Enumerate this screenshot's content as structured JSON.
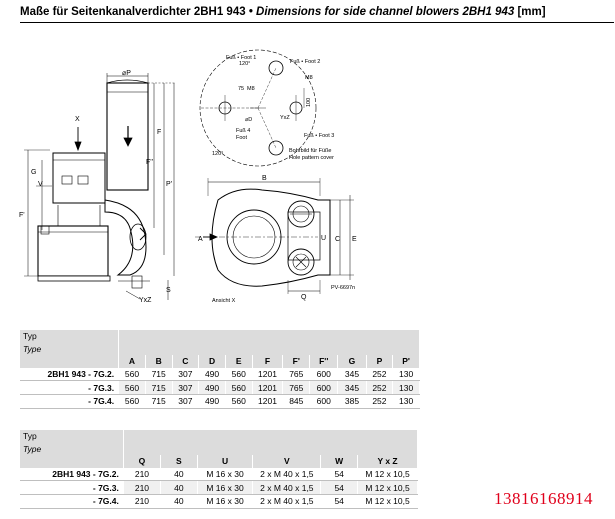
{
  "title": {
    "de": "Maße für Seitenkanalverdichter 2BH1 943",
    "sep": " • ",
    "en": "Dimensions for side channel blowers 2BH1 943",
    "unit": " [mm]"
  },
  "drawing": {
    "labels": {
      "p_diam": "⌀P",
      "x": "X",
      "g": "G",
      "v": "V",
      "f": "F",
      "f1": "F'",
      "f2": "F''",
      "p1": "P'",
      "s": "S",
      "yxz_side": "YxZ",
      "foot1": "Fuß • Foot 1",
      "foot2": "Fuß • Foot 2",
      "foot3": "Fuß • Foot 3",
      "foot4a": "Fuß 4",
      "foot4b": "Foot",
      "a120_top": "120°",
      "a120_bot": "120°",
      "m8_left": "M8",
      "m8_right": "M8",
      "d75": "75",
      "d100": "100",
      "d_diam": "⌀D",
      "yxz_top": "YxZ",
      "hole1": "Bohrbild für Füße",
      "hole2": "Hole pattern cover",
      "b": "B",
      "a": "A",
      "c": "C",
      "e": "E",
      "u": "U",
      "q": "Q",
      "pv": "PV-6697n",
      "view_x": "Ansicht X"
    }
  },
  "table1": {
    "typ_de": "Typ",
    "typ_en": "Type",
    "columns": [
      "A",
      "B",
      "C",
      "D",
      "E",
      "F",
      "F'",
      "F''",
      "G",
      "P",
      "P'"
    ],
    "rows": [
      {
        "label": "2BH1 943 - 7G.2.",
        "values": [
          "560",
          "715",
          "307",
          "490",
          "560",
          "1201",
          "765",
          "600",
          "345",
          "252",
          "130"
        ]
      },
      {
        "label": "- 7G.3.",
        "values": [
          "560",
          "715",
          "307",
          "490",
          "560",
          "1201",
          "765",
          "600",
          "345",
          "252",
          "130"
        ]
      },
      {
        "label": "- 7G.4.",
        "values": [
          "560",
          "715",
          "307",
          "490",
          "560",
          "1201",
          "845",
          "600",
          "385",
          "252",
          "130"
        ]
      }
    ]
  },
  "table2": {
    "typ_de": "Typ",
    "typ_en": "Type",
    "columns": [
      "Q",
      "S",
      "U",
      "V",
      "W",
      "Y x Z"
    ],
    "rows": [
      {
        "label": "2BH1 943 - 7G.2.",
        "values": [
          "210",
          "40",
          "M 16 x 30",
          "2 x M 40 x 1,5",
          "54",
          "M 12 x 10,5"
        ]
      },
      {
        "label": "- 7G.3.",
        "values": [
          "210",
          "40",
          "M 16 x 30",
          "2 x M 40 x 1,5",
          "54",
          "M 12 x 10,5"
        ]
      },
      {
        "label": "- 7G.4.",
        "values": [
          "210",
          "40",
          "M 16 x 30",
          "2 x M 40 x 1,5",
          "54",
          "M 12 x 10,5"
        ]
      }
    ]
  },
  "phone": "13816168914"
}
